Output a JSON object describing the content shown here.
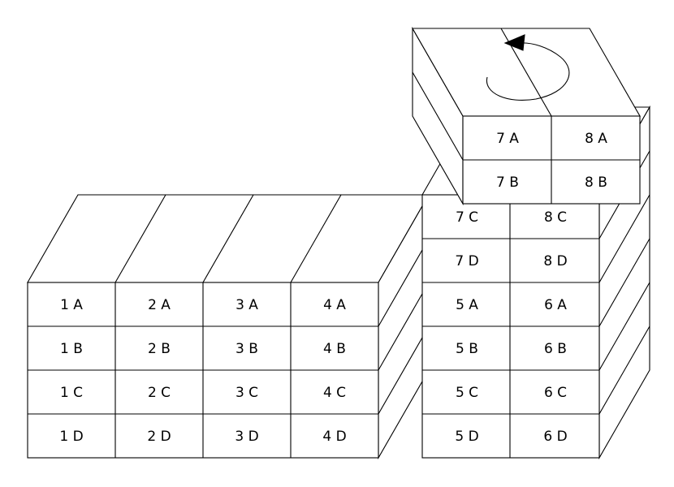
{
  "left_stack": {
    "rows": [
      [
        "1 A",
        "2 A",
        "3 A",
        "4 A"
      ],
      [
        "1 B",
        "2 B",
        "3 B",
        "4 B"
      ],
      [
        "1 C",
        "2 C",
        "3 C",
        "4 C"
      ],
      [
        "1 D",
        "2 D",
        "3 D",
        "4 D"
      ]
    ]
  },
  "right_stack": {
    "rows": [
      [
        "7 C",
        "8 C"
      ],
      [
        "7 D",
        "8 D"
      ],
      [
        "5 A",
        "6 A"
      ],
      [
        "5 B",
        "6 B"
      ],
      [
        "5 C",
        "6 C"
      ],
      [
        "5 D",
        "6 D"
      ]
    ]
  },
  "lifted_block": {
    "rows": [
      [
        "7 A",
        "8 A"
      ],
      [
        "7 B",
        "8 B"
      ]
    ],
    "rotation_icon": "rotate-counterclockwise-arrow"
  }
}
